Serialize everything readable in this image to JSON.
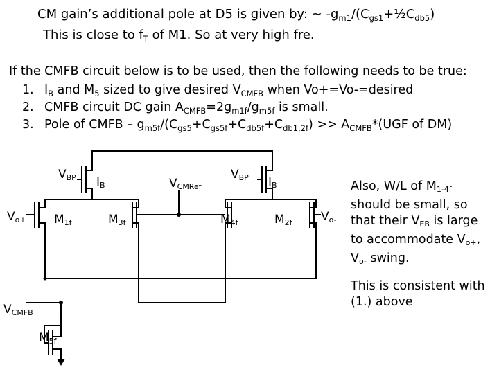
{
  "intro": {
    "line1": {
      "pre": "CM gain’s additional pole at D5 is given by: ~ -g",
      "s1": "m1",
      "mid1": "/(C",
      "s2": "gs1",
      "mid2": "+½C",
      "s3": "db5",
      "post": ")"
    },
    "line2": {
      "pre": "This is close to f",
      "s1": "T",
      "post": " of M1. So at very high fre."
    }
  },
  "conditions": {
    "heading": "If the CMFB circuit below is to be used, then the following needs to be true:",
    "item1": {
      "num": "1.",
      "pre": "I",
      "s1": "B",
      "mid1": " and M",
      "s2": "5",
      "mid2": " sized to give desired V",
      "s3": "CMFB",
      "post": " when Vo+=Vo-=desired"
    },
    "item2": {
      "num": "2.",
      "pre": "CMFB circuit DC gain A",
      "s1": "CMFB",
      "mid1": "=2g",
      "s2": "m1f",
      "mid2": "/g",
      "s3": "m5f",
      "post": " is small."
    },
    "item3": {
      "num": "3.",
      "pre": "Pole of CMFB – g",
      "s1": "m5f",
      "mid1": "/(C",
      "s2": "gs5",
      "mid2": "+C",
      "s3": "gs5f",
      "mid3": "+C",
      "s4": "db5f",
      "mid4": "+C",
      "s5": "db1,2f",
      "mid5": ") >> A",
      "s6": "CMFB",
      "post": "*(UGF of DM)"
    }
  },
  "circuit": {
    "vbp_left": {
      "main": "V",
      "sub": "BP"
    },
    "ib_left": {
      "main": "I",
      "sub": "B"
    },
    "vcmref": {
      "main": "V",
      "sub": "CMRef"
    },
    "vbp_right": {
      "main": "V",
      "sub": "BP"
    },
    "ib_right": {
      "main": "I",
      "sub": "B"
    },
    "vo_plus": {
      "main": "V",
      "sub": "o+"
    },
    "m1f": {
      "main": "M",
      "sub": "1f"
    },
    "m3f": {
      "main": "M",
      "sub": "3f"
    },
    "m4f": {
      "main": "M",
      "sub": "4f"
    },
    "m2f": {
      "main": "M",
      "sub": "2f"
    },
    "vo_minus": {
      "main": "V",
      "sub": "o-"
    },
    "vcmfb": {
      "main": "V",
      "sub": "CMFB"
    },
    "m5f": {
      "main": "M",
      "sub": "5f"
    }
  },
  "side_notes": {
    "note1": {
      "p1": "Also, W/L of M",
      "s1": "1-4f",
      "p2": " should be small, so that their V",
      "s2": "EB",
      "p3": " is large to accommodate V",
      "s3": "o+",
      "p4": ", V",
      "s4": "o-",
      "p5": " swing."
    },
    "note2": "This is consistent with (1.) above"
  }
}
